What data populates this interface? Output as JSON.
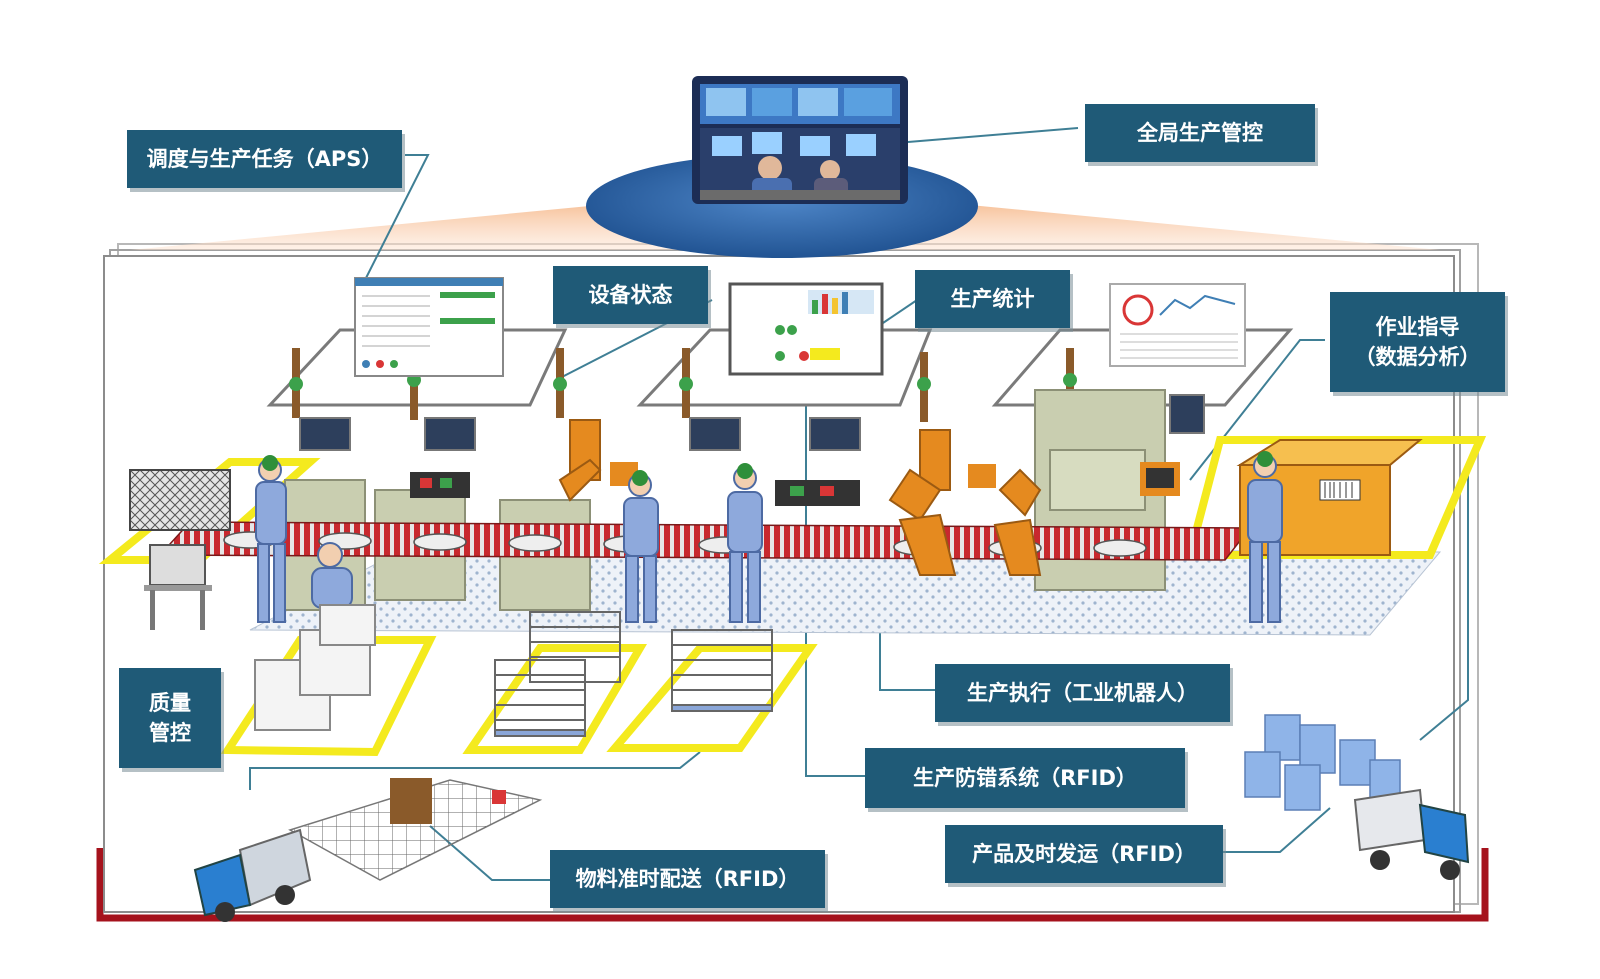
{
  "labels": {
    "global_control": "全局生产管控",
    "scheduling": "调度与生产任务（APS）",
    "equipment_status": "设备状态",
    "production_stats": "生产统计",
    "work_guidance_line1": "作业指导",
    "work_guidance_line2": "（数据分析）",
    "quality_line1": "质量",
    "quality_line2": "管控",
    "production_execution": "生产执行（工业机器人）",
    "error_proofing": "生产防错系统（RFID）",
    "product_shipping": "产品及时发运（RFID）",
    "material_delivery": "物料准时配送（RFID）"
  },
  "colors": {
    "label_bg": "#1f5a77",
    "conveyor_red": "#c8282e",
    "zone_yellow": "#f4ea1e",
    "worker_blue": "#8ea9dc",
    "robot_orange": "#e58a1f",
    "machine_green": "#c9ceb0",
    "floor_dots": "#cfd9e6",
    "frame_red": "#a5121c"
  }
}
